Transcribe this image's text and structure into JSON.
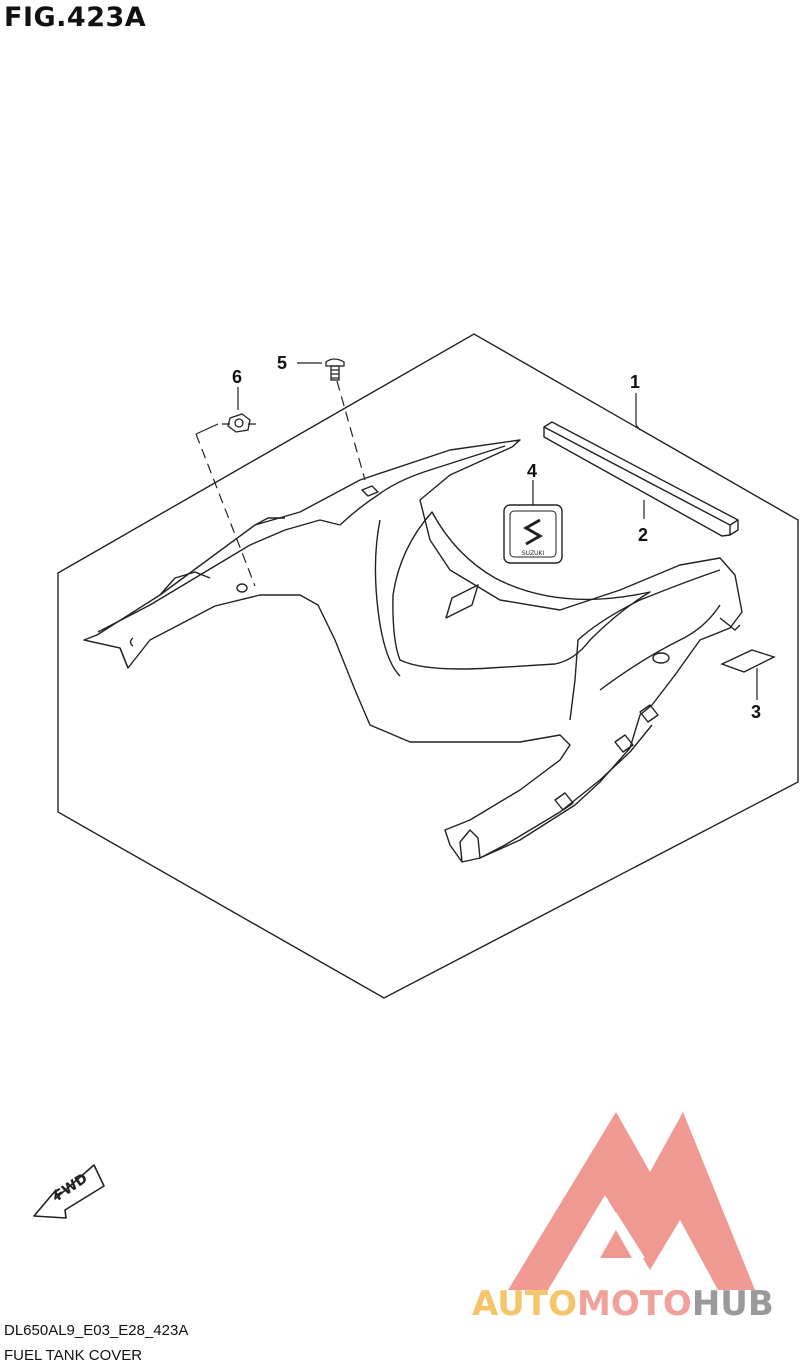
{
  "figure": {
    "title": "FIG.423A"
  },
  "callouts": [
    {
      "num": "1",
      "part": "fuel-tank-cover"
    },
    {
      "num": "2",
      "part": "cushion-strip"
    },
    {
      "num": "3",
      "part": "cushion-pad"
    },
    {
      "num": "4",
      "part": "emblem"
    },
    {
      "num": "5",
      "part": "screw"
    },
    {
      "num": "6",
      "part": "nut"
    }
  ],
  "direction_marker": {
    "label": "FWD"
  },
  "footer": {
    "code": "DL650AL9_E03_E28_423A",
    "description": "FUEL TANK COVER"
  },
  "watermark": {
    "part1": "AUTO",
    "part2": "MOTO",
    "part3": "HUB",
    "colors": {
      "logo": "#ef8f88",
      "auto": "#f6c56a",
      "moto": "#f2a09a",
      "hub": "#9a9a9a"
    }
  }
}
